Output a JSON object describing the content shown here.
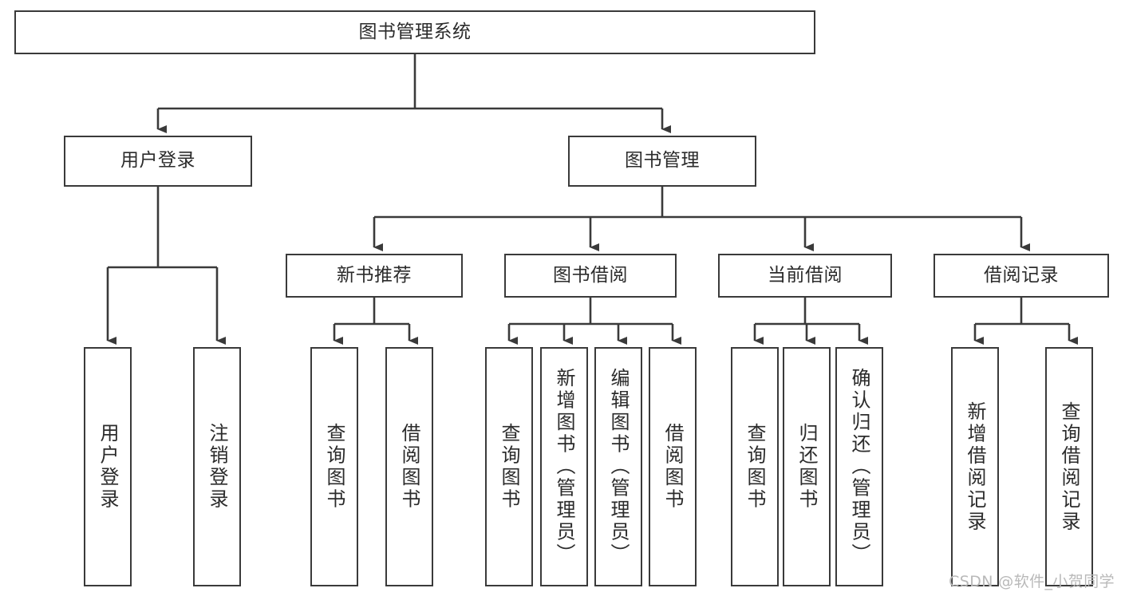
{
  "diagram": {
    "title": "图书管理系统",
    "root": {
      "label": "图书管理系统"
    },
    "level1": [
      {
        "label": "用户登录"
      },
      {
        "label": "图书管理"
      }
    ],
    "level2": [
      {
        "label": "新书推荐"
      },
      {
        "label": "图书借阅"
      },
      {
        "label": "当前借阅"
      },
      {
        "label": "借阅记录"
      }
    ],
    "leaves": {
      "user_login": [
        {
          "label": "用户登录"
        },
        {
          "label": "注销登录"
        }
      ],
      "new_book_recommend": [
        {
          "label": "查询图书"
        },
        {
          "label": "借阅图书"
        }
      ],
      "book_borrow": [
        {
          "label": "查询图书"
        },
        {
          "label": "新增图书（管理员）"
        },
        {
          "label": "编辑图书（管理员）"
        },
        {
          "label": "借阅图书"
        }
      ],
      "current_borrow": [
        {
          "label": "查询图书"
        },
        {
          "label": "归还图书"
        },
        {
          "label": "确认归还（管理员）"
        }
      ],
      "borrow_record": [
        {
          "label": "新增借阅记录"
        },
        {
          "label": "查询借阅记录"
        }
      ]
    }
  },
  "watermark": {
    "text": "CSDN @软件_小贺同学"
  },
  "colors": {
    "border": "#3a3a3a",
    "text": "#2b2b2b",
    "background": "#ffffff",
    "watermark": "#b9b9b9"
  }
}
